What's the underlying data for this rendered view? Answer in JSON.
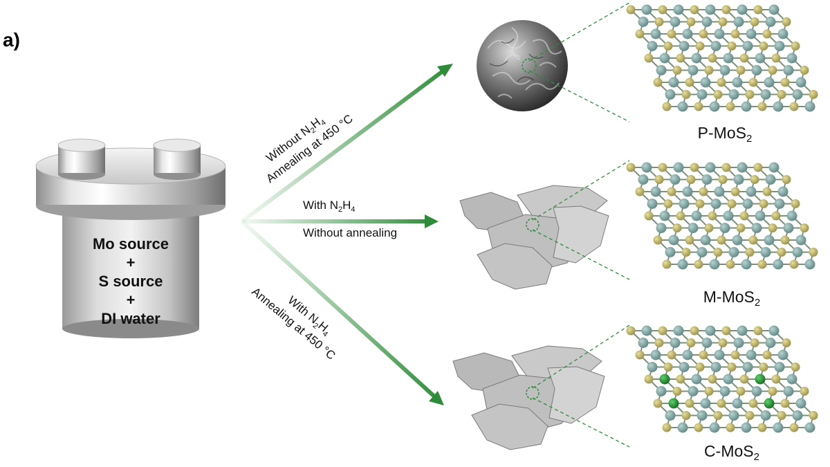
{
  "panel_label": "a)",
  "vessel": {
    "lines": [
      "Mo source",
      "+",
      "S source",
      "+",
      "DI water"
    ]
  },
  "paths": [
    {
      "line1": "Without N",
      "line1_sub1": "2",
      "line1_mid": "H",
      "line1_sub2": "4",
      "line2": "Annealing at 450 °C"
    },
    {
      "line1": "With N",
      "line1_sub1": "2",
      "line1_mid": "H",
      "line1_sub2": "4",
      "line2": "Without annealing"
    },
    {
      "line1": "With N",
      "line1_sub1": "2",
      "line1_mid": "H",
      "line1_sub2": "4",
      "line2": "Annealing at 450 °C"
    }
  ],
  "products": [
    {
      "base": "P-MoS",
      "sub": "2",
      "morphology": "flower-sphere",
      "doped": false
    },
    {
      "base": "M-MoS",
      "sub": "2",
      "morphology": "flakes",
      "doped": false
    },
    {
      "base": "C-MoS",
      "sub": "2",
      "morphology": "flakes",
      "doped": true
    }
  ],
  "colors": {
    "arrow_green": "#2e8b3a",
    "sulfur": "#b8ae62",
    "molybdenum": "#7fa6a3",
    "dopant": "#1f8a2e",
    "guide_line": "#2e8b3a"
  }
}
